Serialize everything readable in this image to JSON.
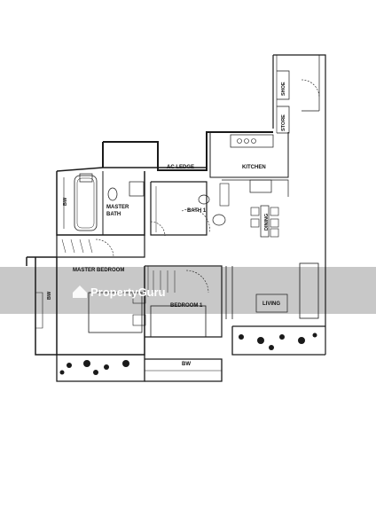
{
  "rooms": {
    "shoe": "SHOE",
    "store": "STORE",
    "ac_ledge": "AC LEDGE",
    "kitchen": "KITCHEN",
    "bw_left": "BW",
    "master_bath_line1": "MASTER",
    "master_bath_line2": "BATH",
    "bath1": "BATH 1",
    "dining": "DINING",
    "master_bedroom": "MASTER BEDROOM",
    "bedroom1": "BEDROOM 1",
    "living": "LIVING",
    "bw_bay": "BW",
    "bw_bottom": "BW"
  },
  "watermark": {
    "brand_prefix": "Property",
    "brand_suffix": "Guru"
  },
  "colors": {
    "wall": "#1a1a1a",
    "watermark_band": "#9a9a9a",
    "watermark_text": "#ffffff",
    "background": "#ffffff"
  }
}
